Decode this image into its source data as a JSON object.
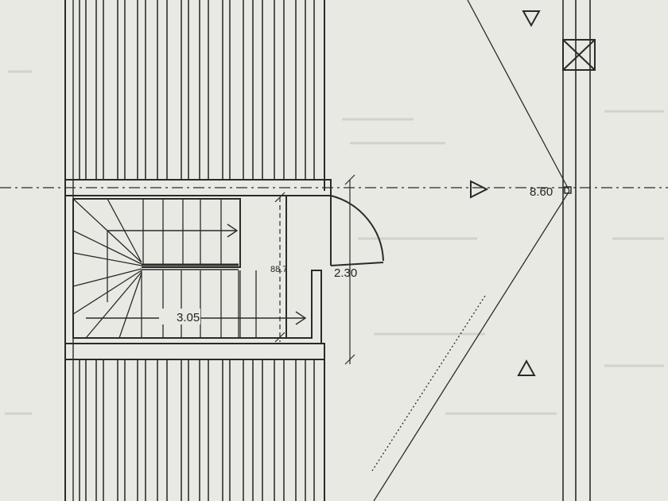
{
  "labels": {
    "elevation": "8.60",
    "stair_length": "3.05",
    "stair_height": "2.30",
    "landing_partial": "88.7"
  },
  "colors": {
    "paper": "#e9e9e3",
    "ink": "#2a2a2a",
    "faint_text": "#bdbdb5"
  },
  "icons": {
    "marker_top": "triangle-down-icon",
    "marker_mid": "triangle-right-icon",
    "marker_bottom": "triangle-up-icon",
    "box": "crossed-box-icon"
  }
}
